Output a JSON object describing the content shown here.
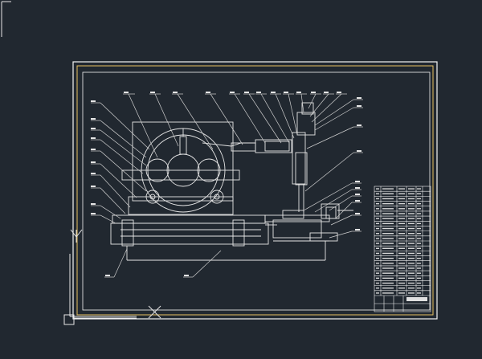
{
  "viewport": {
    "background": "#212830"
  },
  "colors": {
    "frame_outer": "#f5f5f5",
    "frame_inner": "#e8c060",
    "linework": "#e6e6e6",
    "leader": "#cfcfcf",
    "title_block": "#f0f0f0"
  },
  "drawing": {
    "type": "cad-mechanical-assembly",
    "balloon_labels_legible": false,
    "title_block_rows": 22
  },
  "ucs_icon": {
    "name": "ucs-axis-icon"
  },
  "crosshair": {
    "name": "crosshair-cursor"
  }
}
